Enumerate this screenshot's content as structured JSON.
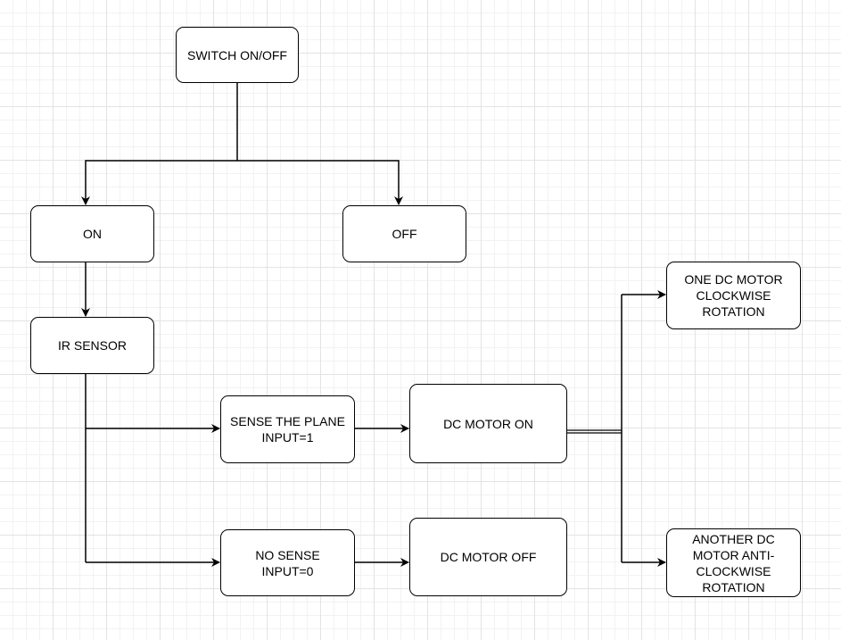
{
  "diagram": {
    "nodes": {
      "switch": "SWITCH ON/OFF",
      "on": "ON",
      "off": "OFF",
      "ir_sensor": "IR SENSOR",
      "sense_plane": "SENSE THE PLANE\nINPUT=1",
      "no_sense": "NO SENSE\nINPUT=0",
      "dc_motor_on": "DC MOTOR ON",
      "dc_motor_off": "DC MOTOR OFF",
      "clockwise": "ONE DC MOTOR\nCLOCKWISE\nROTATION",
      "anticlockwise": "ANOTHER DC\nMOTOR ANTI-\nCLOCKWISE\nROTATION"
    }
  }
}
